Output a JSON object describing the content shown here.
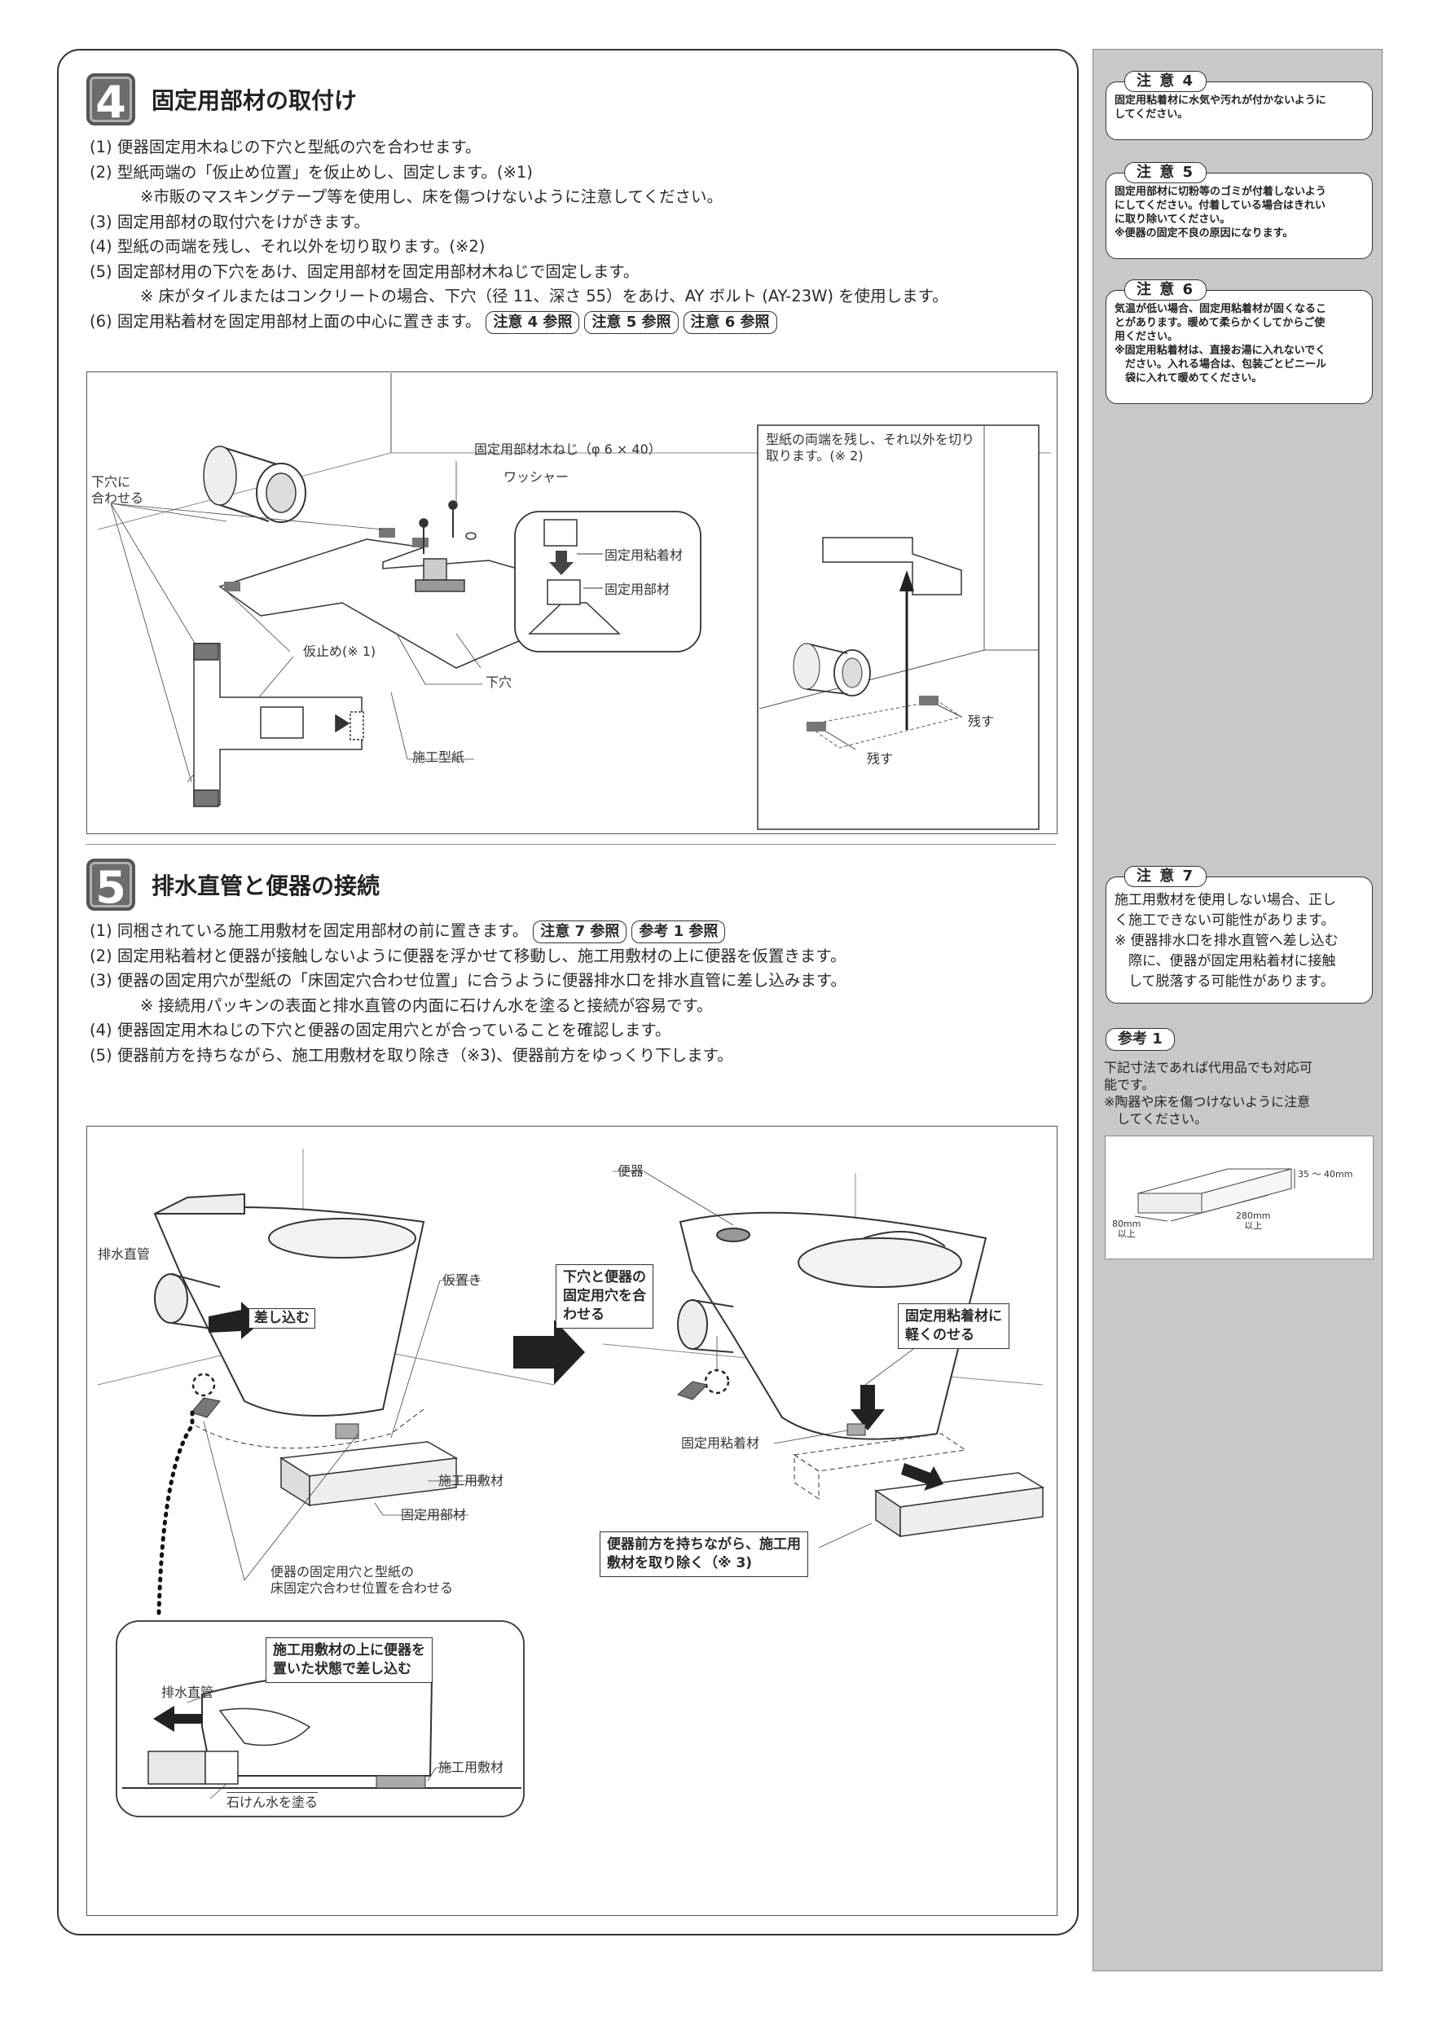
{
  "section4": {
    "number": "4",
    "title": "固定用部材の取付け",
    "steps": [
      "(1) 便器固定用木ねじの下穴と型紙の穴を合わせます。",
      "(2) 型紙両端の「仮止め位置」を仮止めし、固定します。(※1)",
      "※市販のマスキングテープ等を使用し、床を傷つけないように注意してください。",
      "(3) 固定用部材の取付穴をけがきます。",
      "(4) 型紙の両端を残し、それ以外を切り取ります。(※2)",
      "(5) 固定部材用の下穴をあけ、固定用部材を固定用部材木ねじで固定します。",
      "※ 床がタイルまたはコンクリートの場合、下穴（径 11、深さ 55）をあけ、AY ボルト (AY-23W) を使用します。",
      "(6) 固定用粘着材を固定用部材上面の中心に置きます。"
    ],
    "refs": [
      "注意 4 参照",
      "注意 5 参照",
      "注意 6 参照"
    ],
    "figure": {
      "labels": {
        "screw": "固定用部材木ねじ（φ 6 × 40）",
        "washer": "ワッシャー",
        "align_holes": "下穴に\n合わせる",
        "adhesive": "固定用粘着材",
        "member": "固定用部材",
        "tack": "仮止め(※ 1)",
        "pilot_hole": "下穴",
        "template": "施工型紙",
        "cut_note": "型紙の両端を残し、それ以外を切り\n取ります。(※ 2)",
        "keep1": "残す",
        "keep2": "残す"
      }
    }
  },
  "section5": {
    "number": "5",
    "title": "排水直管と便器の接続",
    "steps": [
      "(1) 同梱されている施工用敷材を固定用部材の前に置きます。",
      "(2) 固定用粘着材と便器が接触しないように便器を浮かせて移動し、施工用敷材の上に便器を仮置きます。",
      "(3) 便器の固定用穴が型紙の「床固定穴合わせ位置」に合うように便器排水口を排水直管に差し込みます。",
      "※ 接続用パッキンの表面と排水直管の内面に石けん水を塗ると接続が容易です。",
      "(4) 便器固定用木ねじの下穴と便器の固定用穴とが合っていることを確認します。",
      "(5) 便器前方を持ちながら、施工用敷材を取り除き（※3)、便器前方をゆっくり下します。"
    ],
    "refs": [
      "注意 7 参照",
      "参考 1 参照"
    ],
    "figure": {
      "labels": {
        "drain_pipe": "排水直管",
        "insert": "差し込む",
        "temp_place": "仮置き",
        "base_material": "施工用敷材",
        "fix_member": "固定用部材",
        "align_caption": "便器の固定用穴と型紙の\n床固定穴合わせ位置を合わせる",
        "toilet": "便器",
        "align_box": "下穴と便器の\n固定用穴を合\nわせる",
        "place_box": "固定用粘着材に\n軽くのせる",
        "adhesive": "固定用粘着材",
        "remove_box": "便器前方を持ちながら、施工用\n敷材を取り除く（※ 3)",
        "inset_box": "施工用敷材の上に便器を\n置いた状態で差し込む",
        "inset_drain": "排水直管",
        "inset_base": "施工用敷材",
        "soap": "石けん水を塗る"
      }
    }
  },
  "sidebar": {
    "notes": [
      {
        "tag": "注 意 4",
        "text": "固定用粘着材に水気や汚れが付かないように\nしてください。"
      },
      {
        "tag": "注 意 5",
        "text": "固定用部材に切粉等のゴミが付着しないよう\nにしてください。付着している場合はきれい\nに取り除いてください。\n※便器の固定不良の原因になります。"
      },
      {
        "tag": "注 意 6",
        "text": "気温が低い場合、固定用粘着材が固くなるこ\nとがあります。暖めて柔らかくしてからご使\n用ください。\n※固定用粘着材は、直接お湯に入れないでく\n　ださい。入れる場合は、包装ごとビニール\n　袋に入れて暖めてください。"
      },
      {
        "tag": "注 意 7",
        "text": "施工用敷材を使用しない場合、正し\nく施工できない可能性があります。\n※ 便器排水口を排水直管へ差し込む\n　際に、便器が固定用粘着材に接触\n　して脱落する可能性があります。"
      }
    ],
    "ref1": {
      "tag": "参考 1",
      "text": "下記寸法であれば代用品でも対応可\n能です。\n※陶器や床を傷つけないように注意\n　してください。",
      "dims": {
        "height": "35 ～ 40mm",
        "width": "80mm\n以上",
        "length": "280mm\n以上"
      }
    }
  }
}
